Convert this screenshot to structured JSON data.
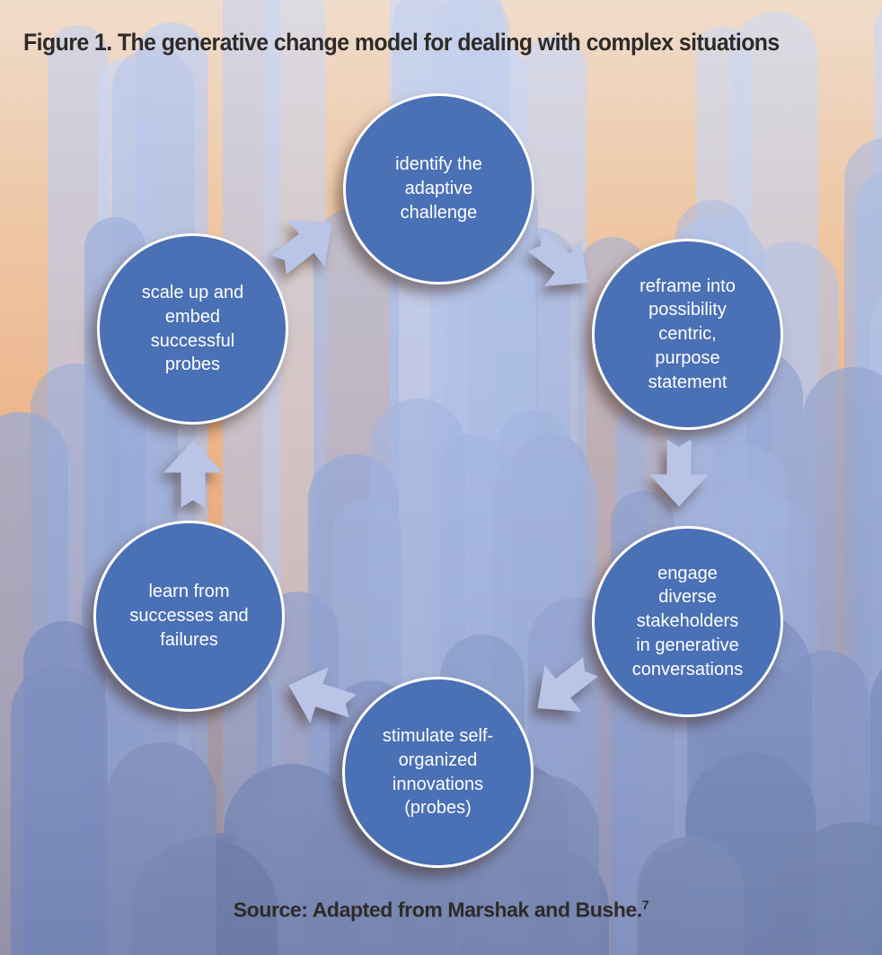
{
  "figure": {
    "title": "Figure 1. The generative change model for dealing with complex situations",
    "source_text": "Source: Adapted from Marshak and Bushe.",
    "source_superscript": "7"
  },
  "colors": {
    "circle_fill": "#4a70b5",
    "circle_border": "#ffffff",
    "circle_text": "#ffffff",
    "arrow_fill": "#b9c4e7",
    "title_color": "#2e2a27"
  },
  "cycle": {
    "type": "cycle-diagram",
    "direction": "clockwise",
    "steps": [
      {
        "position": "top",
        "label": "identify the\nadaptive\nchallenge"
      },
      {
        "position": "upper-right",
        "label": "reframe into\npossibility\ncentric,\npurpose\nstatement"
      },
      {
        "position": "lower-right",
        "label": "engage\ndiverse\nstakeholders\nin generative\nconversations"
      },
      {
        "position": "bottom",
        "label": "stimulate self-\norganized\ninnovations\n(probes)"
      },
      {
        "position": "lower-left",
        "label": "learn from\nsuccesses and\nfailures"
      },
      {
        "position": "upper-left",
        "label": "scale up and\nembed\nsuccessful\nprobes"
      }
    ]
  }
}
